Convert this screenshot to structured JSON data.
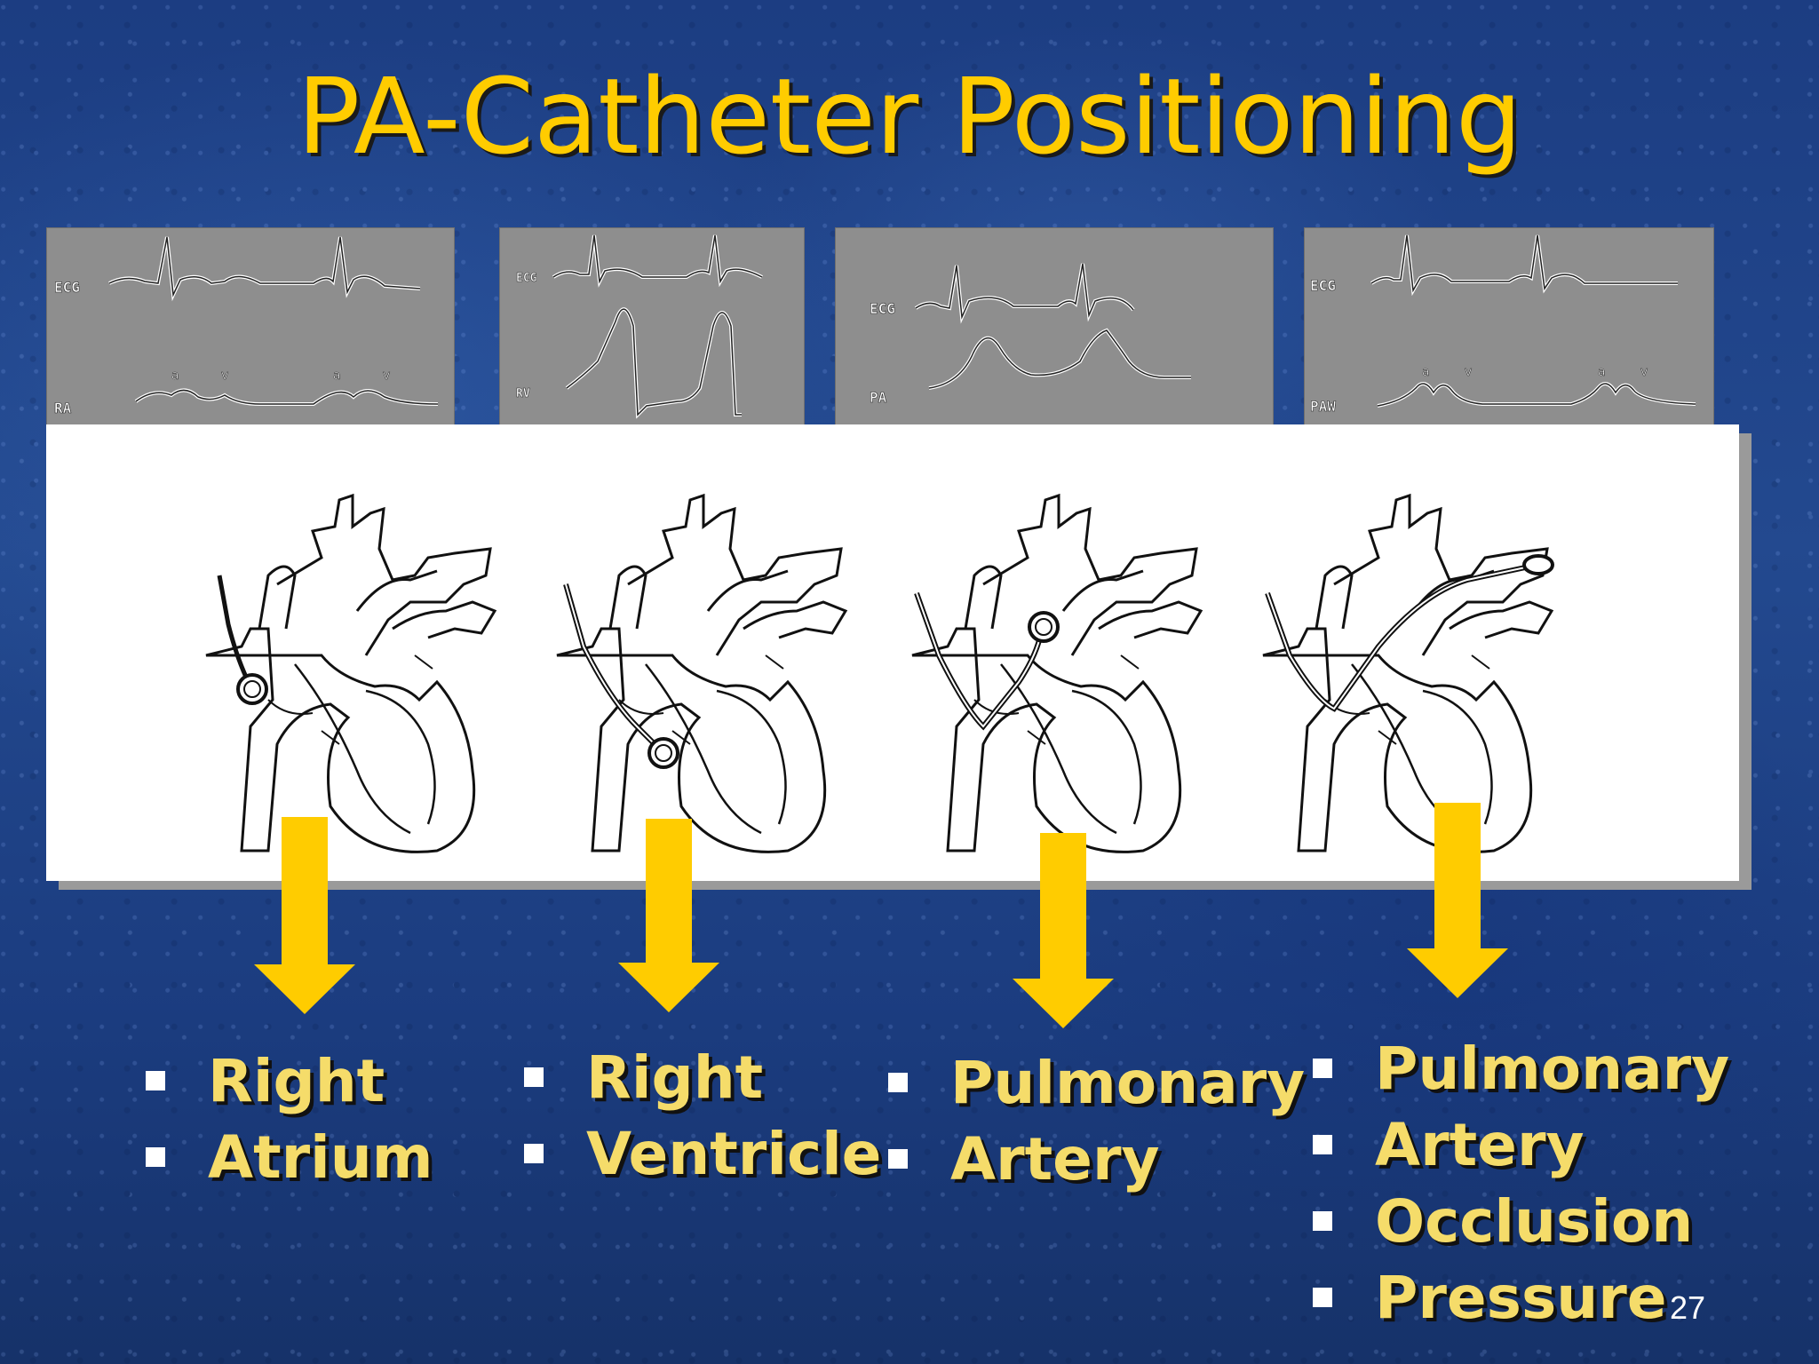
{
  "slide": {
    "title": "PA-Catheter Positioning",
    "page_number": "27"
  },
  "traces": [
    {
      "top_label": "ECG",
      "bottom_label": "RA",
      "wave_labels": [
        "a",
        "v",
        "a",
        "v"
      ]
    },
    {
      "top_label": "ECG",
      "bottom_label": "RV",
      "wave_labels": []
    },
    {
      "top_label": "ECG",
      "bottom_label": "PA",
      "wave_labels": []
    },
    {
      "top_label": "ECG",
      "bottom_label": "PAW",
      "wave_labels": [
        "a",
        "v",
        "a",
        "v"
      ]
    }
  ],
  "positions": [
    {
      "lines": [
        "Right",
        "Atrium"
      ]
    },
    {
      "lines": [
        "Right",
        "Ventricle"
      ]
    },
    {
      "lines": [
        "Pulmonary",
        "Artery"
      ]
    },
    {
      "lines": [
        "Pulmonary",
        "Artery",
        "Occlusion",
        "Pressure"
      ]
    }
  ],
  "colors": {
    "title": "#ffcc00",
    "label": "#f5dc6a",
    "arrow": "#ffcc00",
    "panel": "#8e8e8e",
    "background": "#1f4489"
  }
}
